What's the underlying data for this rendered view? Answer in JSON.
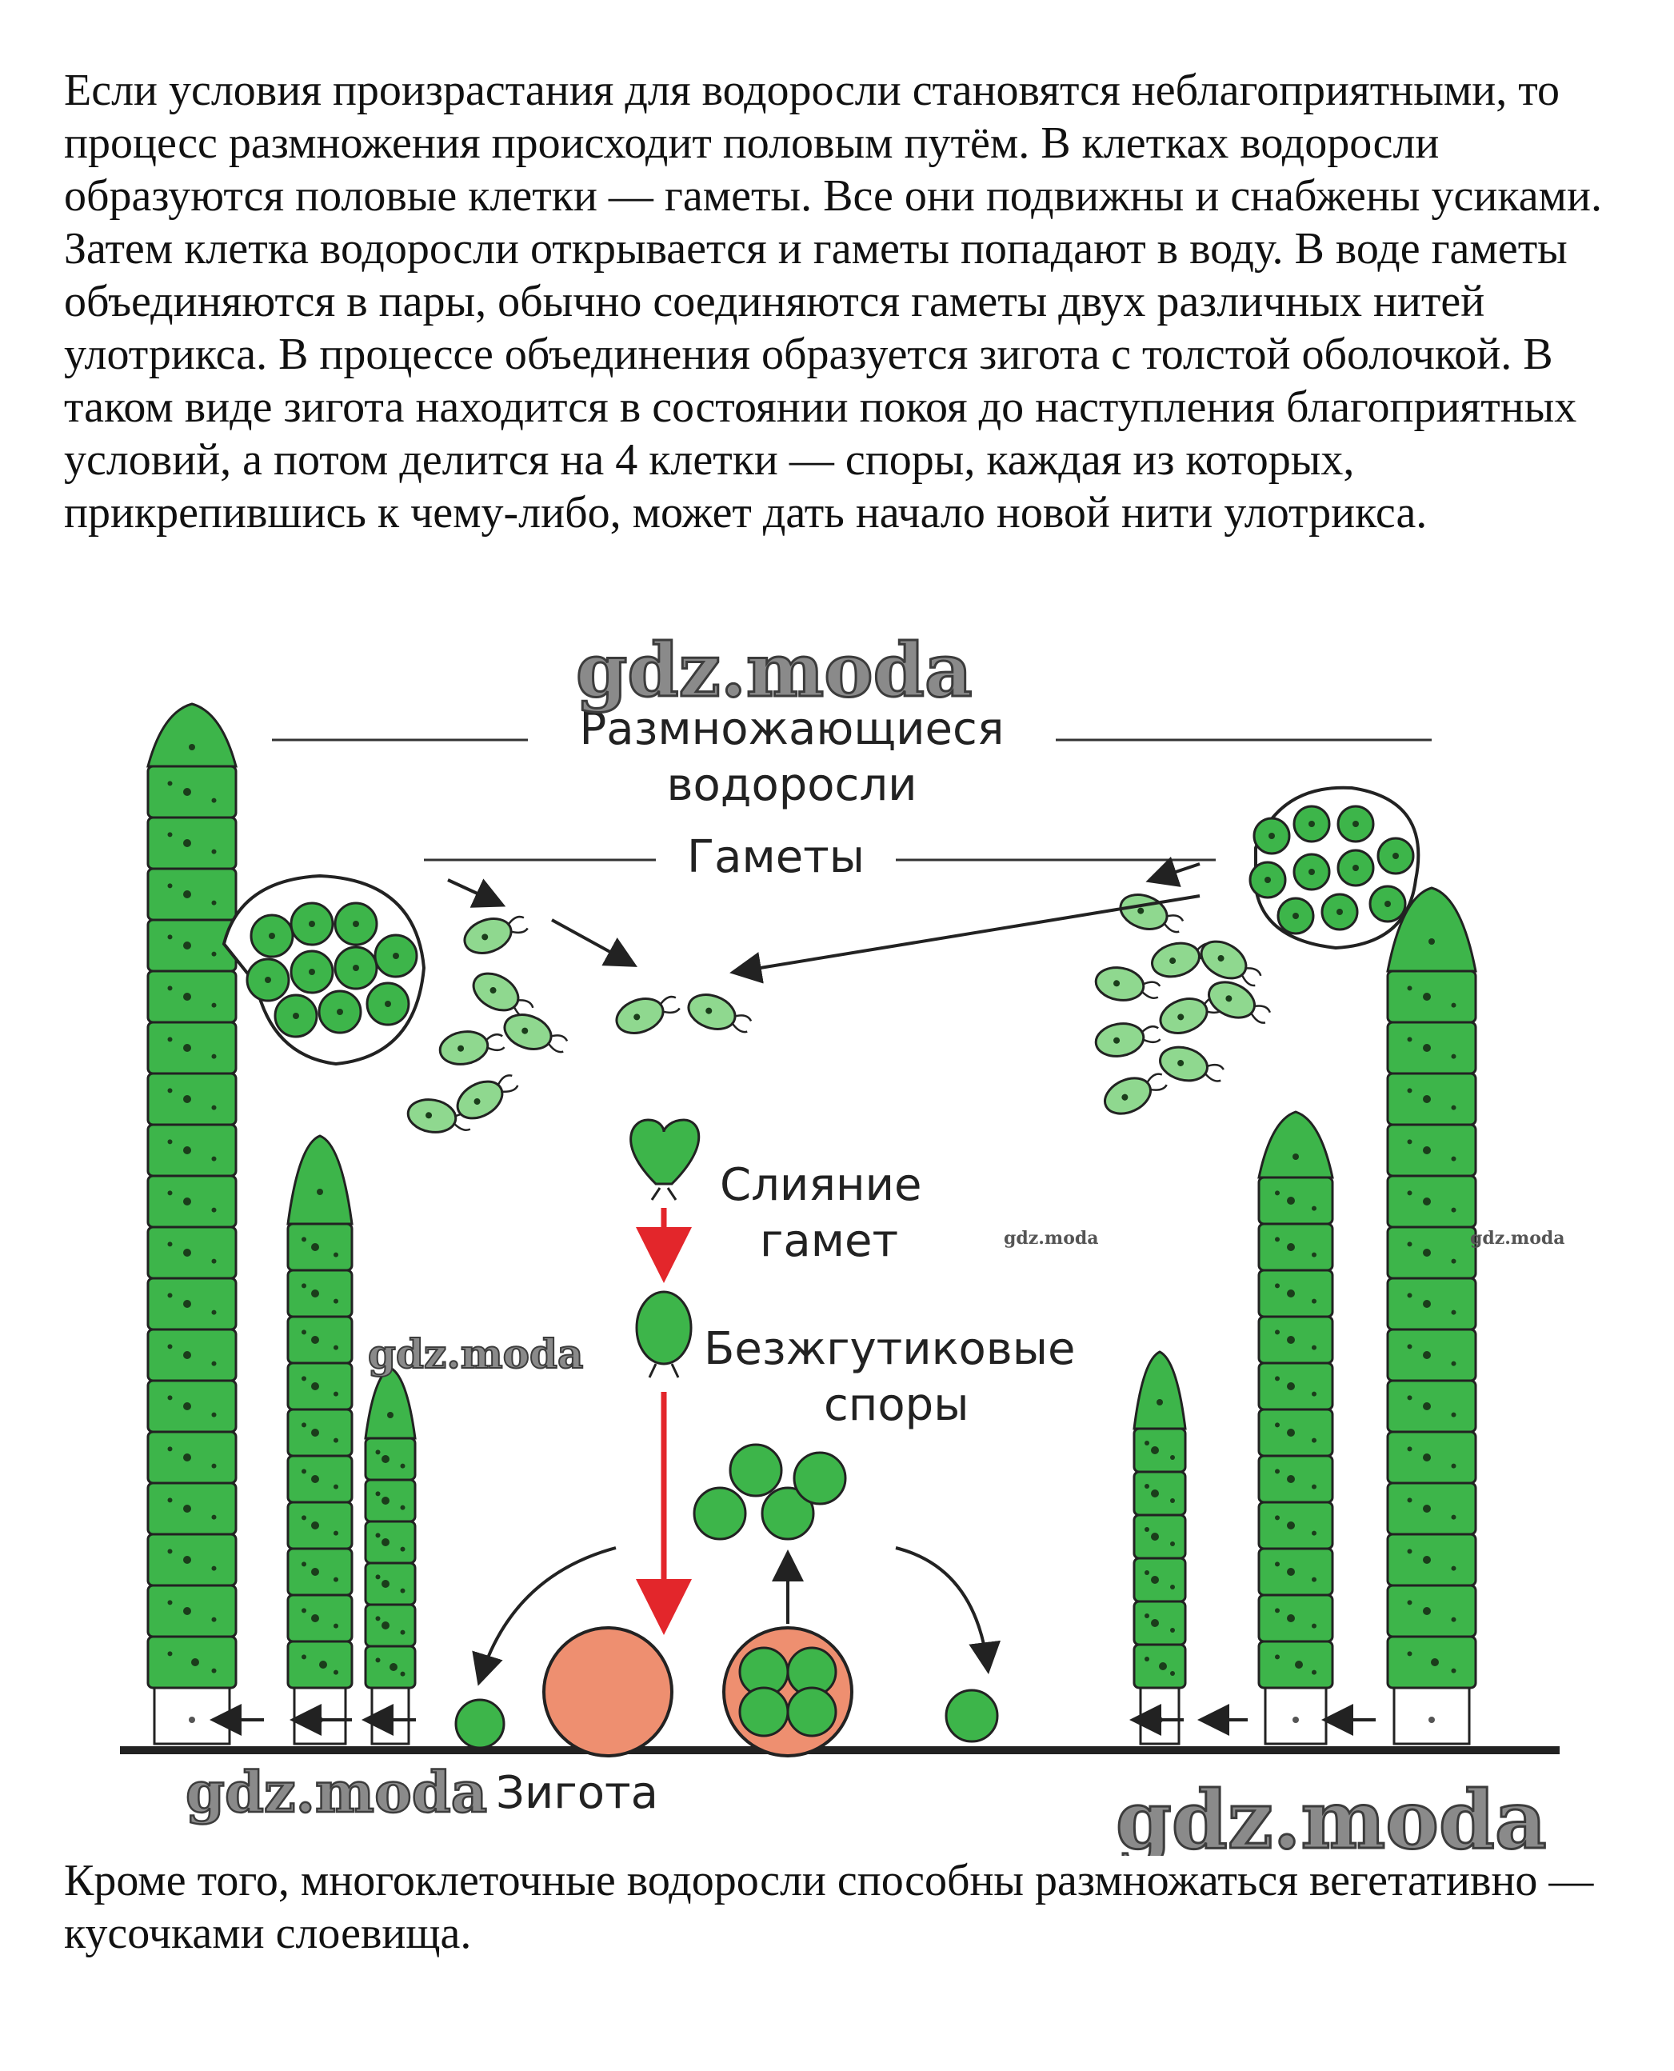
{
  "text": {
    "paragraph_top": "Если условия произрастания для водоросли становятся неблагоприятными, то процесс размножения происходит половым путём. В клетках водоросли образуются половые клетки — гаметы. Все они подвижны и снабжены усиками. Затем клетка водоросли открывается и гаметы попадают в воду. В воде гаметы объединяются в пары, обычно соединяются гаметы двух различных нитей улотрикса. В процессе объединения образуется зигота с толстой оболочкой. В таком виде зигота находится в состоянии покоя до наступления благоприятных условий, а потом делится на 4 клетки — споры, каждая из которых, прикрепившись к чему-либо, может дать начало новой нити улотрикса.",
    "paragraph_bottom": "Кроме того, многоклеточные водоросли способны размножаться вегетативно — кусочками слоевища."
  },
  "figure": {
    "labels": {
      "reproducing_line1": "Размножающиеся",
      "reproducing_line2": "водоросли",
      "gametes": "Гаметы",
      "fusion_line1": "Слияние",
      "fusion_line2": "гамет",
      "spores_line1": "Безжгутиковые",
      "spores_line2": "споры",
      "zygote": "Зигота"
    },
    "watermark": "gdz.moda",
    "colors": {
      "cell_green": "#3db54a",
      "cell_light": "#8fd88f",
      "zygote": "#ee8f70",
      "arrow_red": "#e3262b",
      "outline": "#222222"
    }
  }
}
